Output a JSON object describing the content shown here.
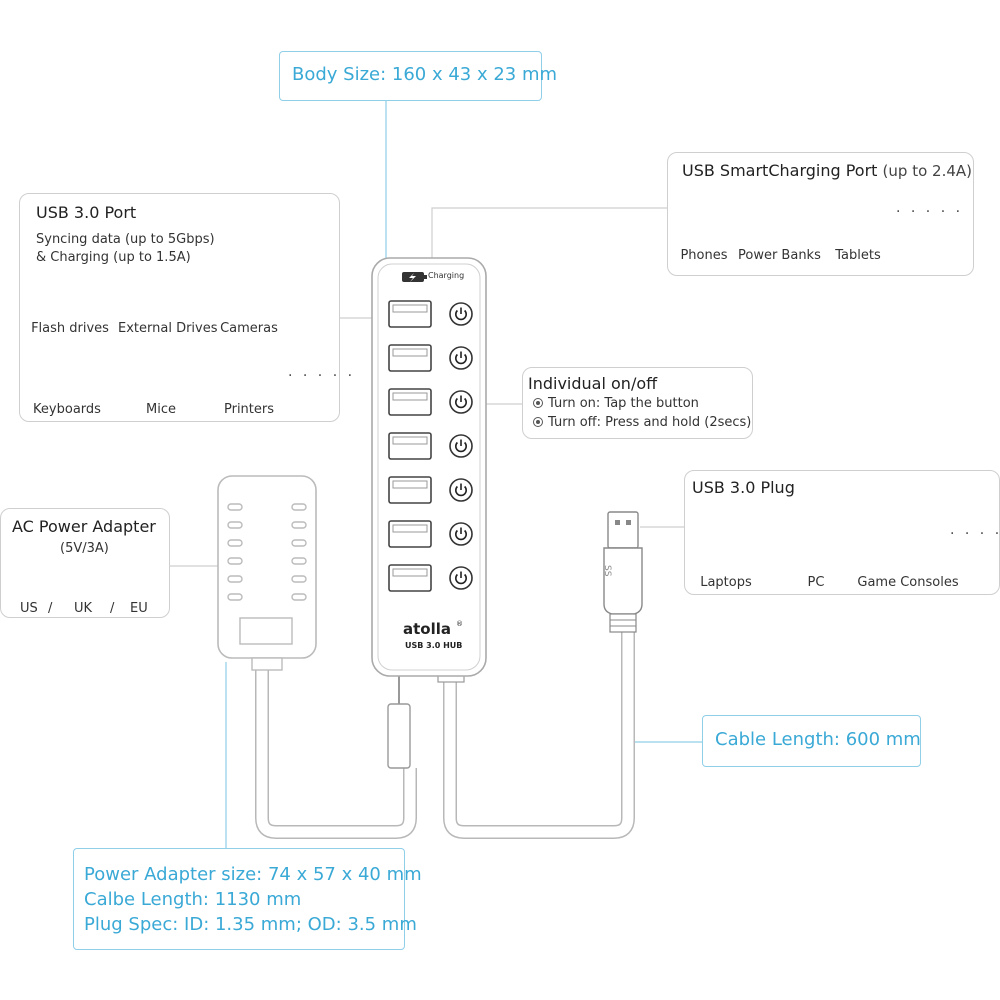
{
  "body_size": "Body Size: 160 x 43 x 23 mm",
  "usb_smart": {
    "title": "USB SmartCharging Port",
    "title_suffix": "(up to 2.4A)",
    "devices": [
      "Phones",
      "Power Banks",
      "Tablets"
    ],
    "more": "· · · · ·"
  },
  "usb3_port": {
    "title": "USB 3.0 Port",
    "desc_line1": "Syncing data (up to 5Gbps)",
    "desc_line2": "& Charging (up to 1.5A)",
    "devices": [
      "Flash drives",
      "External Drives",
      "Cameras",
      "Keyboards",
      "Mice",
      "Printers"
    ],
    "more": "· · · · ·"
  },
  "onoff": {
    "title": "Individual on/off",
    "line1": "Turn on: Tap the button",
    "line2": "Turn off: Press and hold (2secs)"
  },
  "usb3_plug": {
    "title": "USB 3.0 Plug",
    "devices": [
      "Laptops",
      "PC",
      "Game Consoles"
    ],
    "more": "· · · ·"
  },
  "ac_adapter": {
    "title": "AC Power Adapter",
    "spec": "(5V/3A)",
    "regions": [
      "US",
      "/",
      "UK",
      "/",
      "EU"
    ]
  },
  "cable_length": "Cable Length: 600 mm",
  "adapter_info": {
    "line1": "Power Adapter size: 74 x 57 x 40 mm",
    "line2": "Calbe Length: 1130 mm",
    "line3": "Plug Spec: ID: 1.35 mm; OD: 3.5 mm"
  },
  "hub": {
    "charging_label": "Charging",
    "brand": "atolla",
    "model": "USB 3.0 HUB",
    "port_count": 7
  },
  "plug_label": "SS",
  "colors": {
    "accent": "#3aa9d6",
    "line": "#8fcfe8",
    "outline": "#cfcfcf"
  }
}
